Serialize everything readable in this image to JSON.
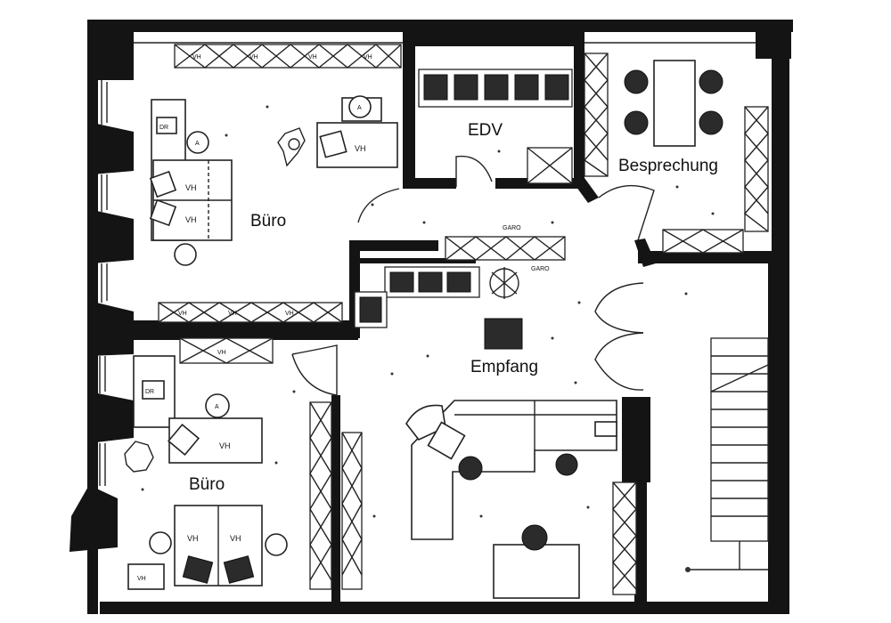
{
  "rooms": {
    "buero_top": "Büro",
    "edv": "EDV",
    "besprechung": "Besprechung",
    "empfang": "Empfang",
    "buero_bottom": "Büro"
  },
  "furniture_labels": {
    "dr": "DR",
    "vh": "VH",
    "garo": "GARO",
    "chair_a": "A"
  },
  "colors": {
    "wall": "#141414",
    "line": "#222222",
    "background": "#ffffff"
  }
}
